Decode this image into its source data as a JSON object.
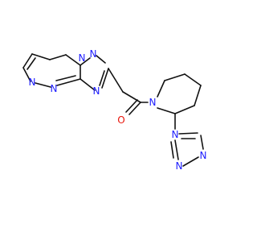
{
  "molecule": {
    "atom_labels": {
      "pyrimidine_n1": "N",
      "pyrimidine_n2": "N",
      "triazole_n1": "N",
      "triazole_n2": "N",
      "triazole_n3": "N",
      "carbonyl_o": "O",
      "piperidine_n": "N",
      "rtriazole_n1": "N",
      "rtriazole_n2": "N",
      "rtriazole_n3": "N"
    },
    "colors": {
      "bond": "#111111",
      "nitrogen": "#1c1cff",
      "oxygen": "#e8150b"
    }
  }
}
